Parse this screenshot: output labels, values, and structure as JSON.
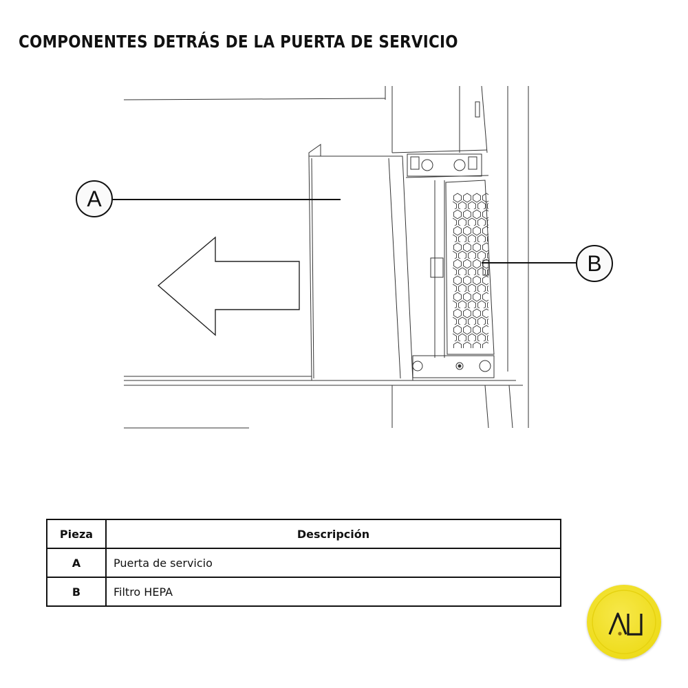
{
  "title": "COMPONENTES DETRÁS DE LA PUERTA DE SERVICIO",
  "callouts": {
    "a": "A",
    "b": "B"
  },
  "table": {
    "headers": [
      "Pieza",
      "Descripción"
    ],
    "rows": [
      {
        "piece": "A",
        "description": "Puerta de servicio"
      },
      {
        "piece": "B",
        "description": "Filtro HEPA"
      }
    ]
  },
  "logo": {
    "text": "AU",
    "color": "#eedc1c"
  }
}
